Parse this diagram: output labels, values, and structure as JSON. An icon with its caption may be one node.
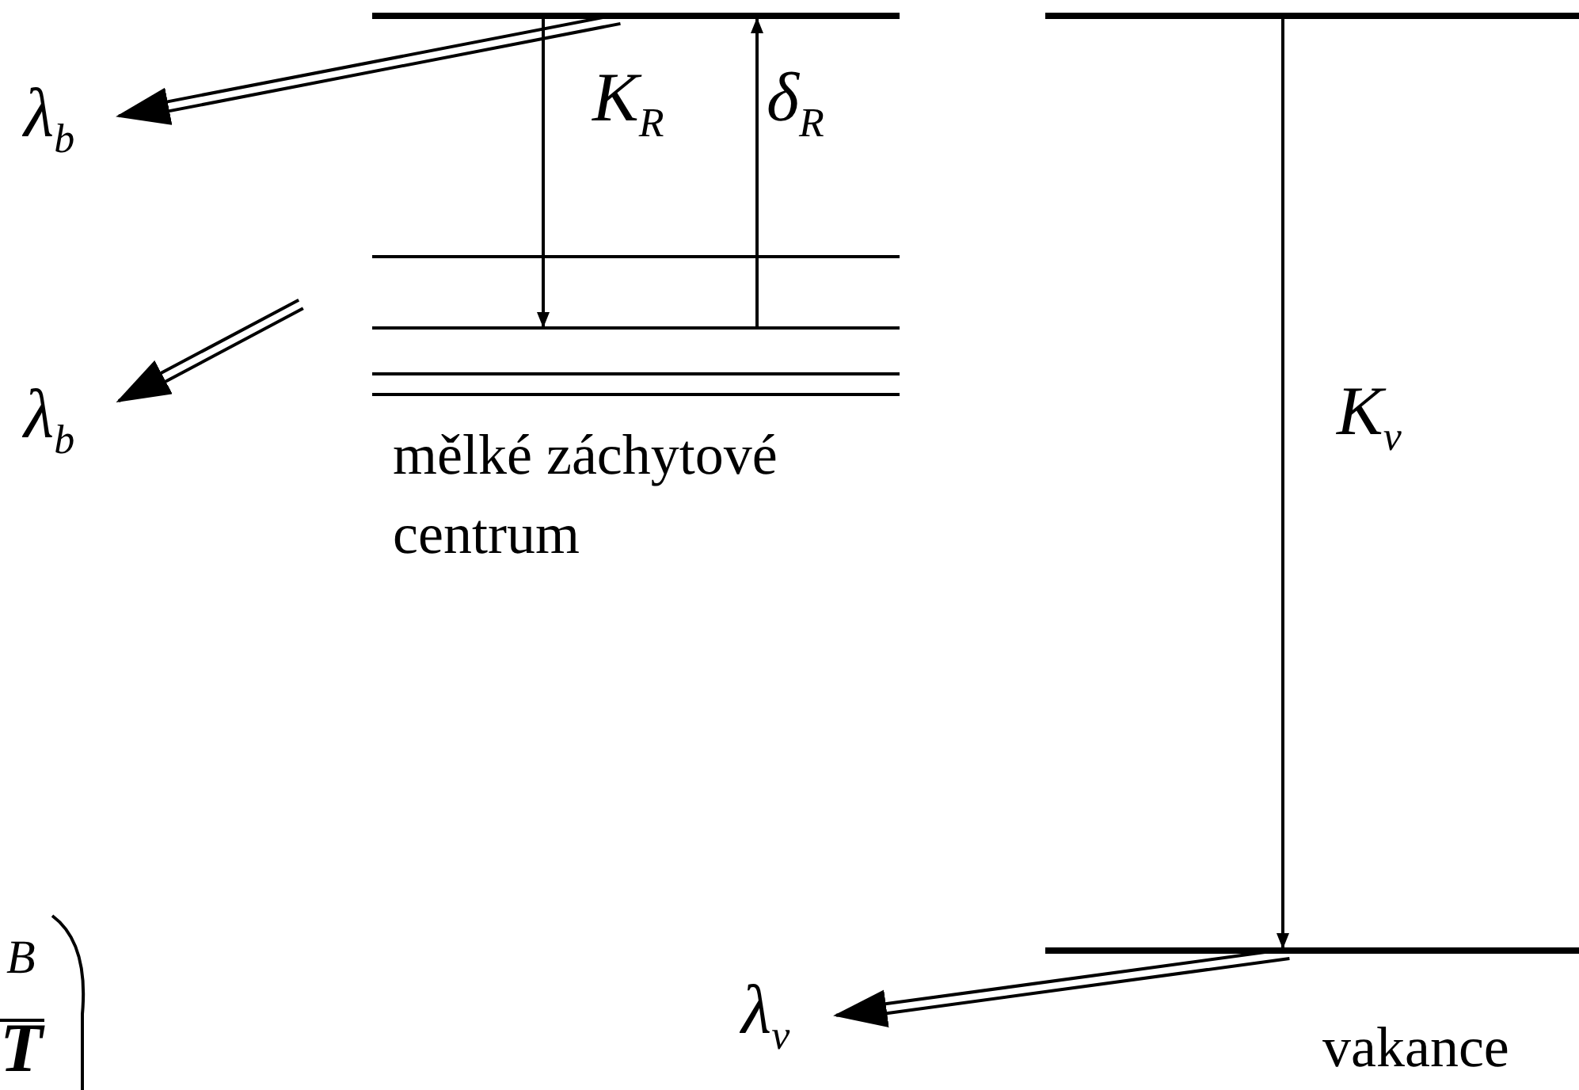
{
  "diagram": {
    "nodes": [
      {
        "text": [],
        "shape": "bar"
      },
      {
        "text": [],
        "shape": "bar"
      },
      {
        "text": [],
        "shape": "bar"
      },
      {
        "text": [],
        "shape": "bar"
      },
      {
        "text": [],
        "shape": "bar",
        "beside": [
          "mělké záchytové centrum"
        ]
      },
      {
        "text": [],
        "shape": "bar"
      },
      {
        "text": [],
        "shape": "bar",
        "beside": [
          "vakance"
        ]
      },
      {
        "text": [
          "λ$_{b}$"
        ]
      },
      {
        "text": [
          "λ$_{b}$"
        ]
      },
      {
        "text": [
          "λ$_{v}$"
        ]
      }
    ],
    "edges": [
      {
        "from": 0,
        "to": 2,
        "arrow": "to",
        "label": "K$_{R}$"
      },
      {
        "from": 2,
        "to": 0,
        "arrow": "to",
        "label": "δ$_{R}$"
      },
      {
        "from": 5,
        "to": 6,
        "arrow": "to",
        "label": "K$_{v}$"
      },
      {
        "from": 0,
        "to": 7,
        "arrow": "to"
      },
      {
        "from": null,
        "to": 8,
        "arrow": "to"
      },
      {
        "from": 6,
        "to": 9,
        "arrow": "to"
      }
    ],
    "labels": [
      "B",
      "T"
    ]
  }
}
